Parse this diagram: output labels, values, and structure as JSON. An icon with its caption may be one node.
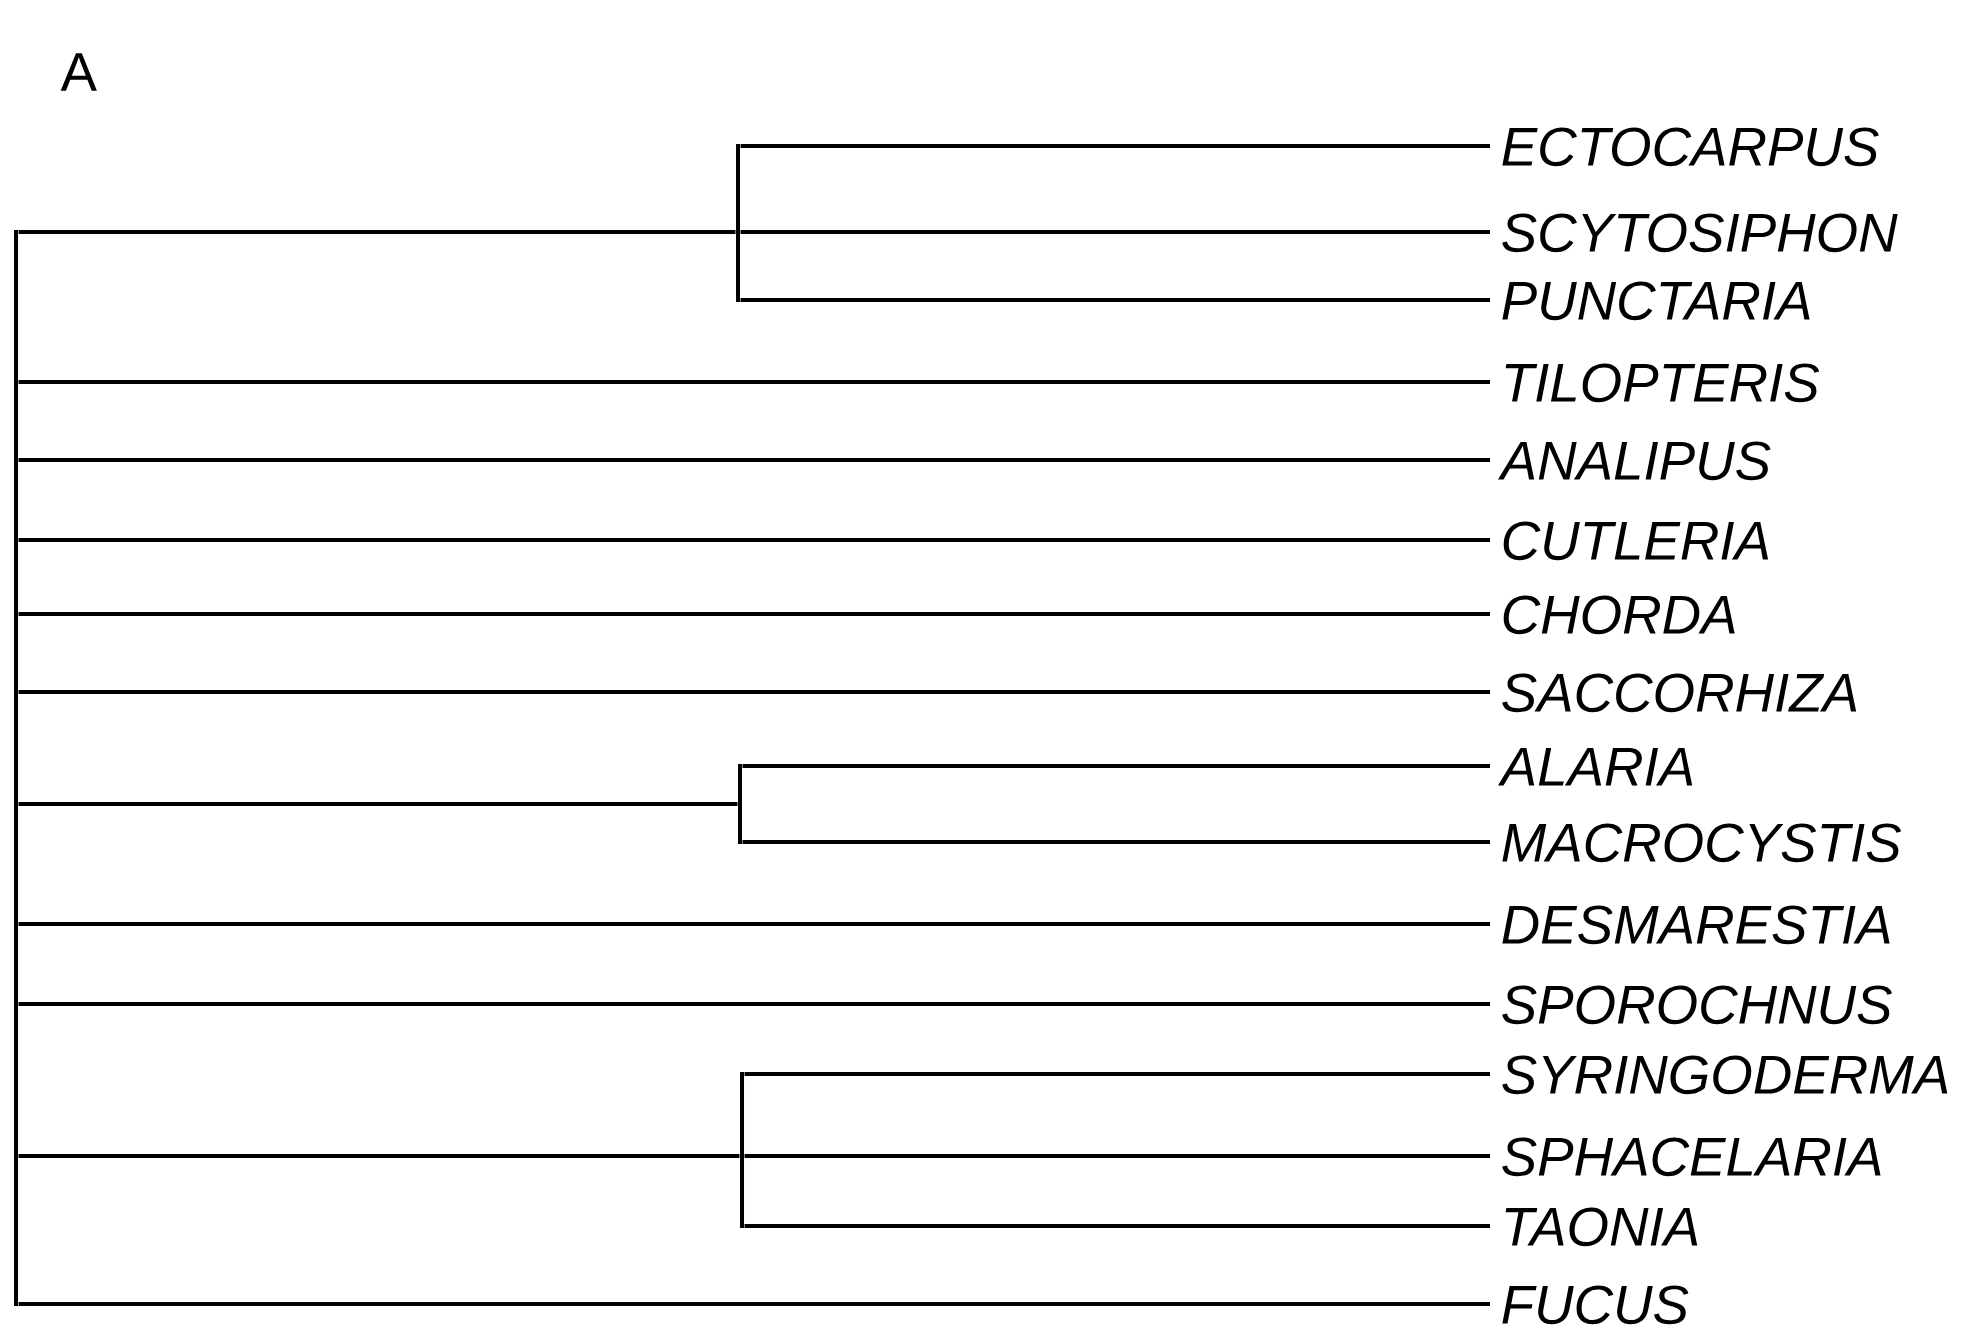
{
  "diagram": {
    "nodes": [
      {
        "text": [],
        "shape": "bar"
      },
      {
        "text": [],
        "shape": "bar"
      },
      {
        "text": [
          "ECTOCARPUS"
        ]
      },
      {
        "text": [
          "SCYTOSIPHON"
        ]
      },
      {
        "text": [
          "PUNCTARIA"
        ]
      },
      {
        "text": [
          "TILOPTERIS"
        ]
      },
      {
        "text": [
          "ANALIPUS"
        ]
      },
      {
        "text": [
          "CUTLERIA"
        ]
      },
      {
        "text": [
          "CHORDA"
        ]
      },
      {
        "text": [
          "SACCORHIZA"
        ]
      },
      {
        "text": [],
        "shape": "bar"
      },
      {
        "text": [
          "ALARIA"
        ]
      },
      {
        "text": [
          "MACROCYSTIS"
        ]
      },
      {
        "text": [
          "DESMARESTIA"
        ]
      },
      {
        "text": [
          "SPOROCHNUS"
        ]
      },
      {
        "text": [],
        "shape": "bar"
      },
      {
        "text": [
          "SYRINGODERMA"
        ]
      },
      {
        "text": [
          "SPHACELARIA"
        ]
      },
      {
        "text": [
          "TAONIA"
        ]
      },
      {
        "text": [
          "FUCUS"
        ]
      }
    ],
    "edges": [
      {
        "from": 0,
        "to": 1,
        "arrow": "none"
      },
      {
        "from": 1,
        "to": 2,
        "arrow": "none"
      },
      {
        "from": 1,
        "to": 3,
        "arrow": "none"
      },
      {
        "from": 1,
        "to": 4,
        "arrow": "none"
      },
      {
        "from": 0,
        "to": 5,
        "arrow": "none"
      },
      {
        "from": 0,
        "to": 6,
        "arrow": "none"
      },
      {
        "from": 0,
        "to": 7,
        "arrow": "none"
      },
      {
        "from": 0,
        "to": 8,
        "arrow": "none"
      },
      {
        "from": 0,
        "to": 9,
        "arrow": "none"
      },
      {
        "from": 0,
        "to": 10,
        "arrow": "none"
      },
      {
        "from": 10,
        "to": 11,
        "arrow": "none"
      },
      {
        "from": 10,
        "to": 12,
        "arrow": "none"
      },
      {
        "from": 0,
        "to": 13,
        "arrow": "none"
      },
      {
        "from": 0,
        "to": 14,
        "arrow": "none"
      },
      {
        "from": 0,
        "to": 15,
        "arrow": "none"
      },
      {
        "from": 15,
        "to": 16,
        "arrow": "none"
      },
      {
        "from": 15,
        "to": 17,
        "arrow": "none"
      },
      {
        "from": 15,
        "to": 18,
        "arrow": "none"
      },
      {
        "from": 0,
        "to": 19,
        "arrow": "none"
      }
    ],
    "labels": [
      "A"
    ]
  }
}
